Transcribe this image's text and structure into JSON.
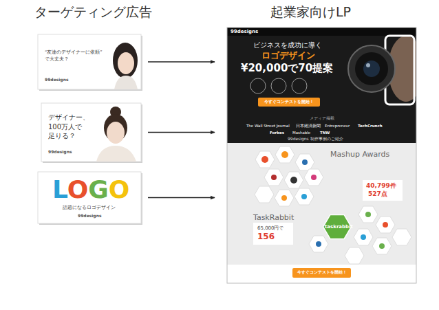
{
  "diagram": {
    "nodes": [
      {
        "text": [
          "“友達のデザイナーに依頼” で大丈夫？",
          "99designs"
        ]
      },
      {
        "text": [
          "デザイナー、 100万人で 足りる？",
          "99designs"
        ]
      },
      {
        "text": [
          "LOGO",
          "話題になるロゴデザイン",
          "99designs"
        ]
      },
      {
        "text": [
          "99designs",
          "ビジネスを成功に導く",
          "ロゴデザイン",
          "¥20,000で70提案",
          "メディア掲載",
          "The Wall Street Journal",
          "日本経済新聞",
          "Entrepreneur",
          "TechCrunch",
          "Forbes",
          "Mashable",
          "TNW",
          "99designs 制作事例のご紹介",
          "Mashup Awards",
          "40,799件",
          "527点",
          "TaskRabbit",
          "65,000円で",
          "156",
          "taskrabbit"
        ]
      },
      {
        "text": [
          "今すぐコンテストを開始！"
        ],
        "in": 3
      },
      {
        "text": [
          "今すぐコンテストを開始！"
        ],
        "in": 3
      }
    ],
    "edges": [
      {
        "from": 0,
        "to": 3,
        "arrow": "to"
      },
      {
        "from": 1,
        "to": 3,
        "arrow": "to"
      },
      {
        "from": 2,
        "to": 3,
        "arrow": "to"
      }
    ],
    "labels": [
      "ターゲティング広告",
      "起業家向けLP"
    ]
  }
}
